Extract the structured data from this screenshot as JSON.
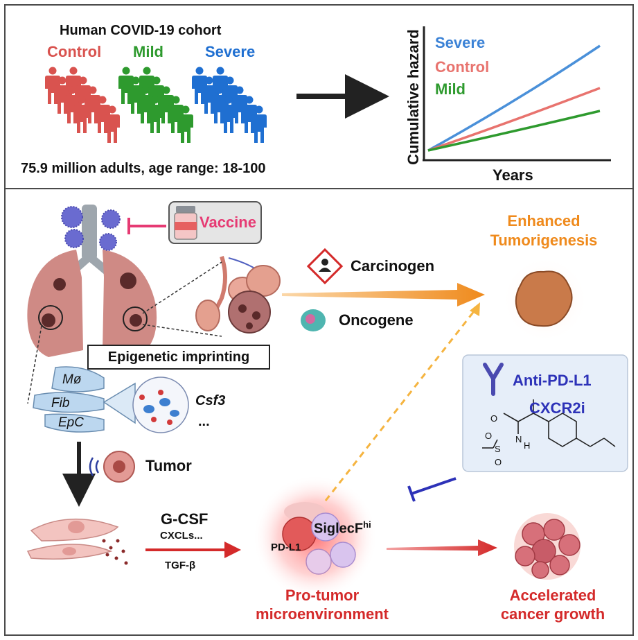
{
  "top_panel": {
    "cohort_title": "Human COVID-19 cohort",
    "groups": [
      {
        "label": "Control",
        "color": "#d9534f"
      },
      {
        "label": "Mild",
        "color": "#2e9a2e"
      },
      {
        "label": "Severe",
        "color": "#1f6fd1"
      }
    ],
    "cohort_caption": "75.9 million adults, age range: 18-100"
  },
  "hazard_chart": {
    "ylabel": "Cumulative hazard",
    "xlabel": "Years",
    "legend": [
      {
        "name": "Severe",
        "color": "#4a90d9"
      },
      {
        "name": "Control",
        "color": "#e8736e"
      },
      {
        "name": "Mild",
        "color": "#2e9a2e"
      }
    ]
  },
  "bottom_panel": {
    "vaccine_label": "Vaccine",
    "carcinogen_label": "Carcinogen",
    "oncogene_label": "Oncogene",
    "outcome_title_line1": "Enhanced",
    "outcome_title_line2": "Tumorigenesis",
    "imprint_label": "Epigenetic imprinting",
    "cell_types": {
      "mac": "Mø",
      "fib": "Fib",
      "epc": "EpC"
    },
    "gene_label": "Csf3",
    "gene_more": "...",
    "tumor_label": "Tumor",
    "factor_main": "G-CSF",
    "factor_cxcl": "CXCLs...",
    "factor_tgf": "TGF-β",
    "pdl1_label": "PD-L1",
    "siglec_label": "SiglecF",
    "siglec_sup": "hi",
    "micro_line1": "Pro-tumor",
    "micro_line2": "microenvironment",
    "treatment_1": "Anti-PD-L1",
    "treatment_2": "CXCR2i",
    "chem_o": "O",
    "chem_n": "N",
    "chem_h": "H",
    "chem_s": "S",
    "chem_o2": "O",
    "chem_o3": "O",
    "growth_line1": "Accelerated",
    "growth_line2": "cancer growth"
  },
  "colors": {
    "vaccine": "#e63a73",
    "orange": "#ef8a1c",
    "red_text": "#d42a2a",
    "treatment_blue": "#2d32b8",
    "panel_border": "#4a4a4a"
  }
}
